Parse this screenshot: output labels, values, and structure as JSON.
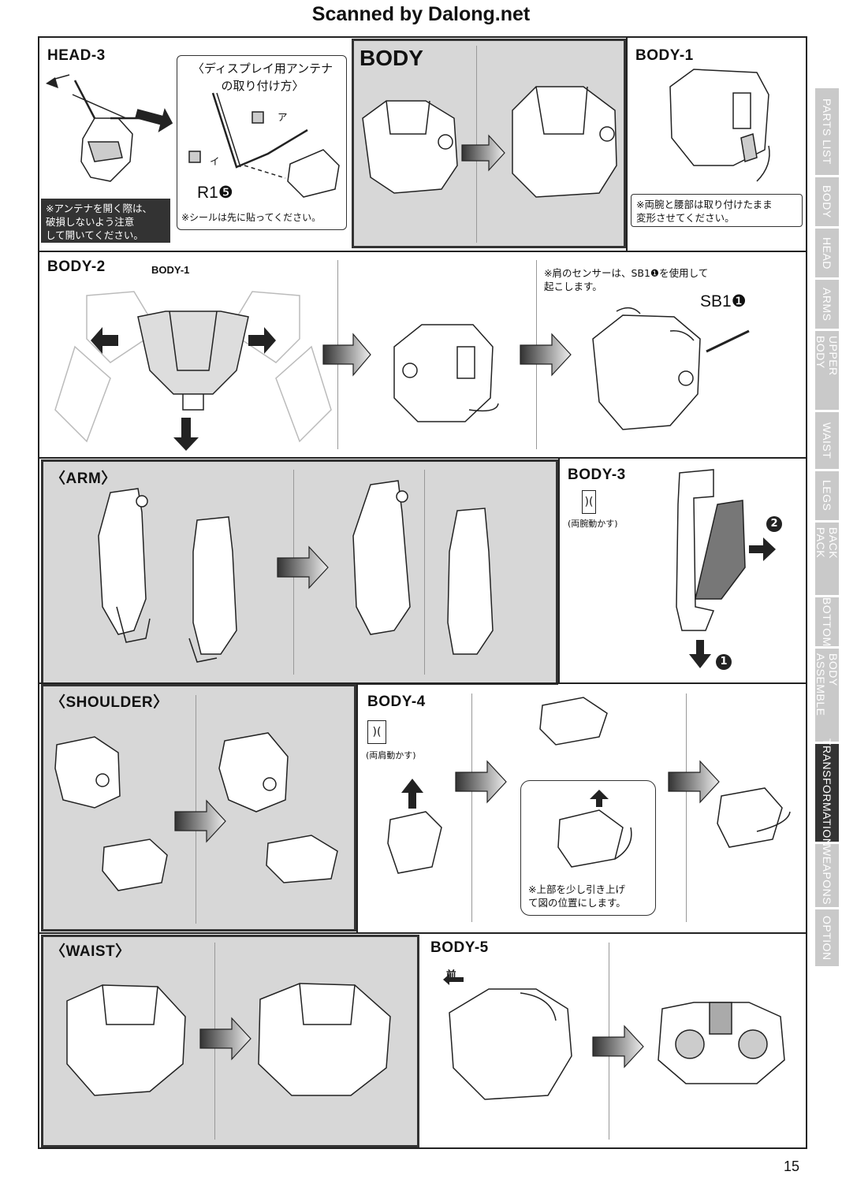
{
  "header": {
    "scan_credit": "Scanned by Dalong.net"
  },
  "sections": {
    "head3": {
      "label": "HEAD-3",
      "antenna_title": "〈ディスプレイ用アンテナ\nの取り付け方〉",
      "part_a": "ア",
      "part_i": "イ",
      "sticker": "R1❺",
      "note_sticker": "※シールは先に貼ってください。",
      "note_open": "※アンテナを開く際は、\n破損しないよう注意\nして開いてください。"
    },
    "body": {
      "label": "BODY"
    },
    "body1": {
      "label": "BODY-1",
      "note": "※両腕と腰部は取り付けたまま\n変形させてください。"
    },
    "body2": {
      "label": "BODY-2",
      "sublabel": "BODY-1",
      "note": "※肩のセンサーは、SB1❶を使用して\n起こします。",
      "tool": "SB1❶"
    },
    "arm": {
      "label": "〈ARM〉"
    },
    "body3": {
      "label": "BODY-3",
      "caption": "(両腕動かす)",
      "step1": "1",
      "step2": "2"
    },
    "shoulder": {
      "label": "〈SHOULDER〉"
    },
    "body4": {
      "label": "BODY-4",
      "caption": "(両肩動かす)",
      "note": "※上部を少し引き上げ\nて図の位置にします。"
    },
    "waist": {
      "label": "〈WAIST〉"
    },
    "body5": {
      "label": "BODY-5",
      "front": "前"
    }
  },
  "sidebar": [
    {
      "label": "PARTS LIST",
      "active": false
    },
    {
      "label": "BODY",
      "active": false
    },
    {
      "label": "HEAD",
      "active": false
    },
    {
      "label": "ARMS",
      "active": false
    },
    {
      "label": "UPPER BODY",
      "active": false
    },
    {
      "label": "WAIST",
      "active": false
    },
    {
      "label": "LEGS",
      "active": false
    },
    {
      "label": "BACK PACK",
      "active": false
    },
    {
      "label": "BOTTOM",
      "active": false
    },
    {
      "label": "BODY ASSEMBLE",
      "active": false
    },
    {
      "label": "TRANSFORMATION",
      "active": true
    },
    {
      "label": "WEAPONS",
      "active": false
    },
    {
      "label": "OPTION",
      "active": false
    }
  ],
  "footer": {
    "page_number": "15"
  },
  "colors": {
    "panel_gray": "#d7d7d7",
    "active_tab": "#333333",
    "inactive_tab": "#c9c9c9"
  }
}
